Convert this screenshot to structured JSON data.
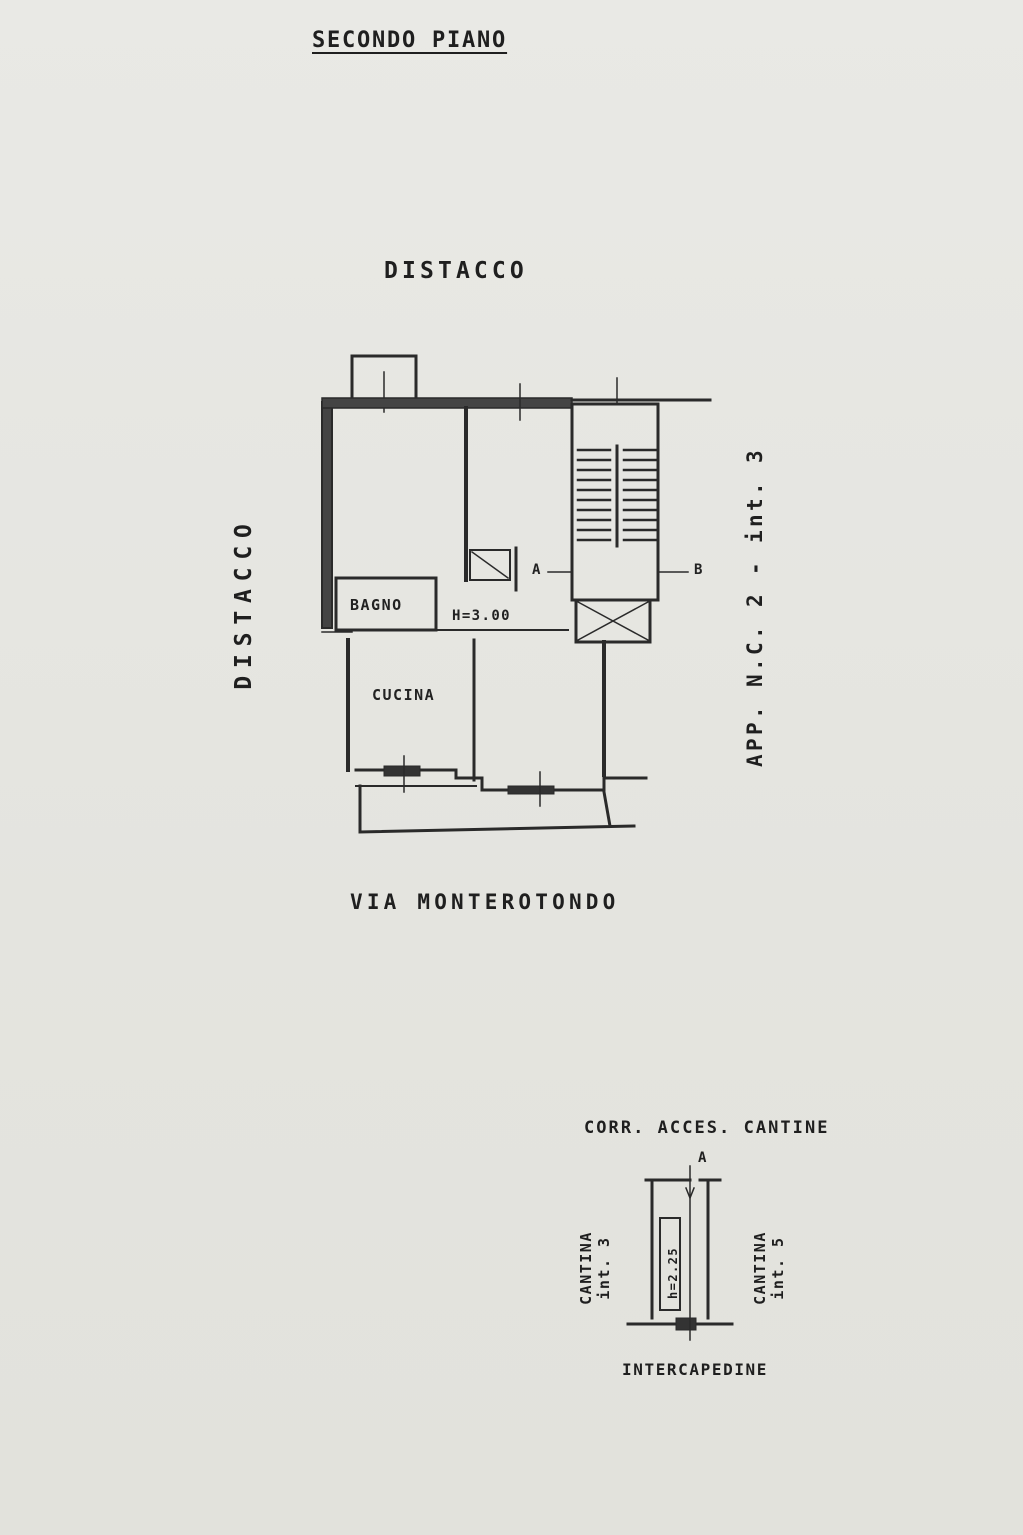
{
  "title": "SECONDO PIANO",
  "labels": {
    "distacco_top": "DISTACCO",
    "distacco_left": "DISTACCO",
    "apartment": "APP. N.C. 2 - int. 3",
    "street": "VIA MONTEROTONDO"
  },
  "rooms": {
    "bagno": "BAGNO",
    "cucina": "CUCINA",
    "height": "H=3.00"
  },
  "section_marks": {
    "a": "A",
    "b": "B"
  },
  "cellar": {
    "corridor": "CORR. ACCES. CANTINE",
    "left_unit_line1": "CANTINA",
    "left_unit_line2": "int. 3",
    "right_unit_line1": "CANTINA",
    "right_unit_line2": "int. 5",
    "height": "h=2.25",
    "bottom": "INTERCAPEDINE",
    "mark": "A"
  },
  "colors": {
    "paper": "#e6e6e2",
    "ink": "#222222"
  }
}
